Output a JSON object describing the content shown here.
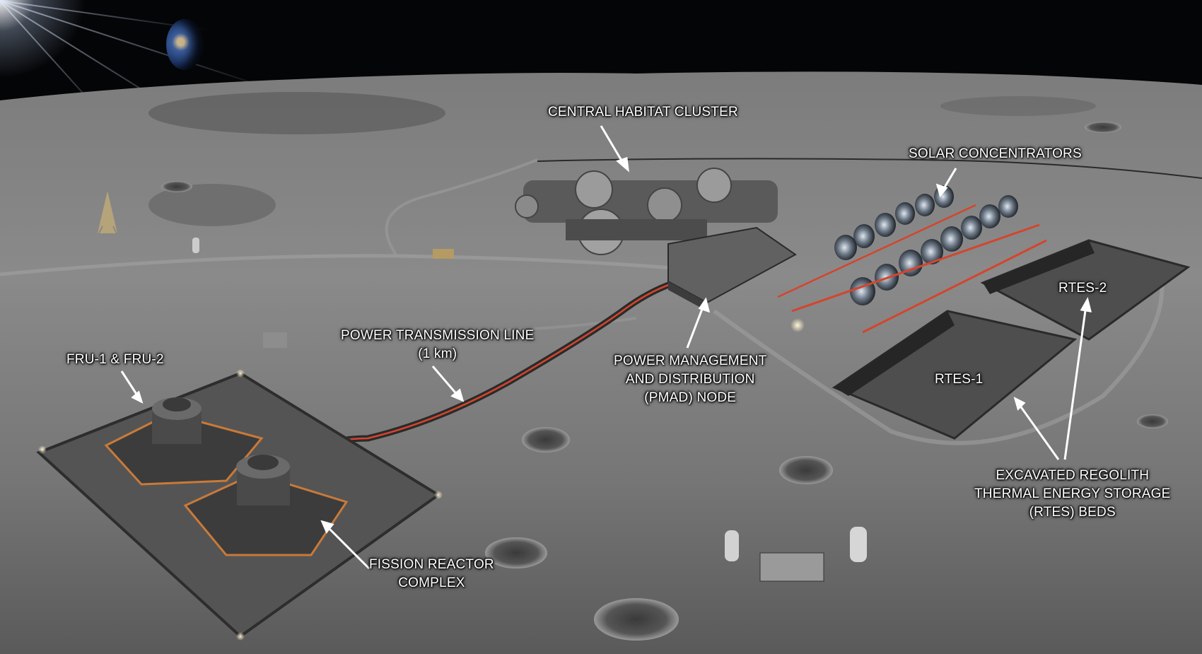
{
  "scene": {
    "description": "Lunar surface base infographic with fission reactors, power line, habitat cluster, solar concentrators and RTES beds",
    "colors": {
      "sky": "#040507",
      "regolith_light": "#8e8e8e",
      "regolith_mid": "#6a6a6a",
      "regolith_dark": "#3c3c3c",
      "cable_red": "#d4452c",
      "label_text": "#ffffff",
      "reactor_pad_trim": "#c87a3a"
    }
  },
  "labels": {
    "habitat": {
      "lines": [
        "CENTRAL HABITAT CLUSTER"
      ]
    },
    "solar": {
      "lines": [
        "SOLAR CONCENTRATORS"
      ]
    },
    "power_line": {
      "lines": [
        "POWER TRANSMISSION LINE",
        "(1 km)"
      ]
    },
    "pmad": {
      "lines": [
        "POWER MANAGEMENT",
        "AND DISTRIBUTION",
        "(PMAD) NODE"
      ]
    },
    "fru": {
      "lines": [
        "FRU-1 & FRU-2"
      ]
    },
    "reactor": {
      "lines": [
        "FISSION REACTOR",
        "COMPLEX"
      ]
    },
    "rtes1": {
      "lines": [
        "RTES-1"
      ]
    },
    "rtes2": {
      "lines": [
        "RTES-2"
      ]
    },
    "rtes_beds": {
      "lines": [
        "EXCAVATED REGOLITH",
        "THERMAL ENERGY STORAGE",
        "(RTES) BEDS"
      ]
    }
  },
  "icons": {
    "earth": "earth-icon",
    "sun": "sun-flare-icon",
    "lander": "lander-icon",
    "rover": "rover-icon",
    "astronaut": "astronaut-icon"
  }
}
